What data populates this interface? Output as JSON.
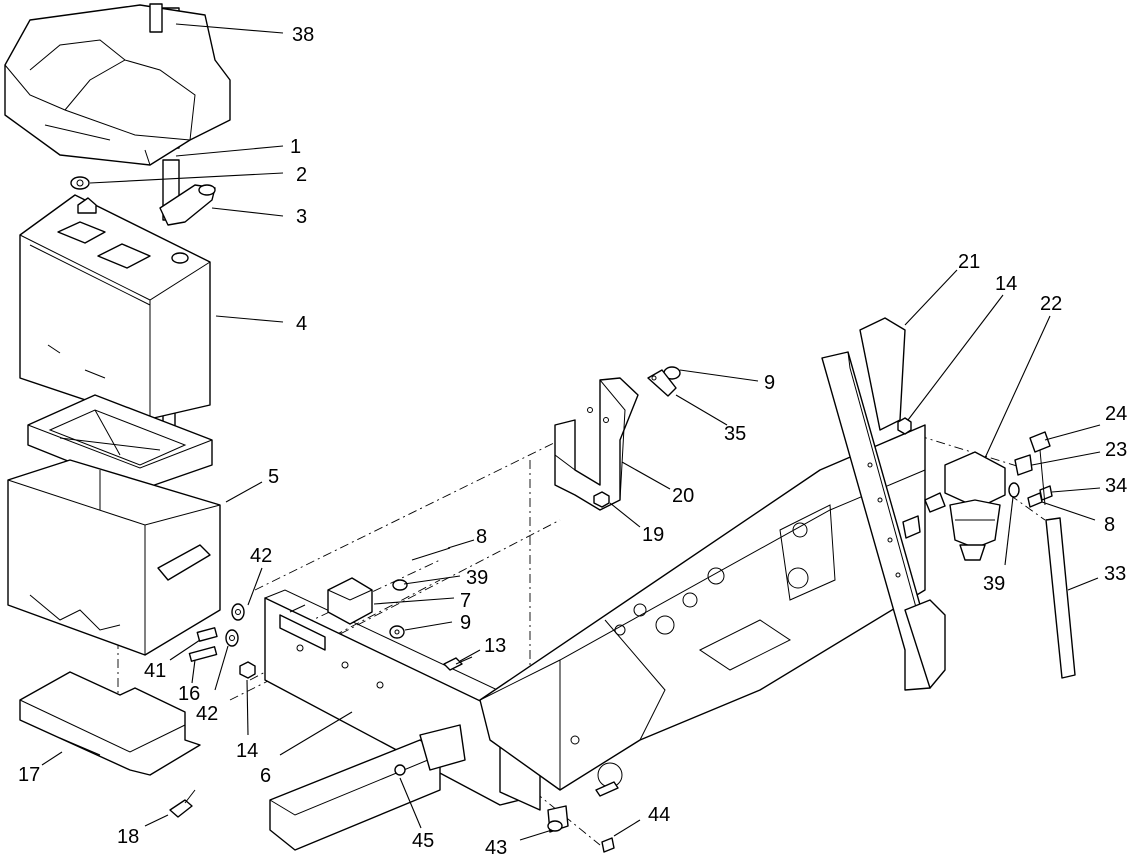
{
  "callouts": [
    {
      "id": "c38a",
      "label": "38"
    },
    {
      "id": "c1",
      "label": "1"
    },
    {
      "id": "c2",
      "label": "2"
    },
    {
      "id": "c3",
      "label": "3"
    },
    {
      "id": "c4",
      "label": "4"
    },
    {
      "id": "c5",
      "label": "5"
    },
    {
      "id": "c42a",
      "label": "42"
    },
    {
      "id": "c41",
      "label": "41"
    },
    {
      "id": "c16",
      "label": "16"
    },
    {
      "id": "c42b",
      "label": "42"
    },
    {
      "id": "c14a",
      "label": "14"
    },
    {
      "id": "c17",
      "label": "17"
    },
    {
      "id": "c18",
      "label": "18"
    },
    {
      "id": "c6",
      "label": "6"
    },
    {
      "id": "c45",
      "label": "45"
    },
    {
      "id": "c43",
      "label": "43"
    },
    {
      "id": "c44",
      "label": "44"
    },
    {
      "id": "c13",
      "label": "13"
    },
    {
      "id": "c9a",
      "label": "9"
    },
    {
      "id": "c7",
      "label": "7"
    },
    {
      "id": "c39a",
      "label": "39"
    },
    {
      "id": "c8a",
      "label": "8"
    },
    {
      "id": "c19",
      "label": "19"
    },
    {
      "id": "c20",
      "label": "20"
    },
    {
      "id": "c35",
      "label": "35"
    },
    {
      "id": "c9b",
      "label": "9"
    },
    {
      "id": "c21",
      "label": "21"
    },
    {
      "id": "c14b",
      "label": "14"
    },
    {
      "id": "c22",
      "label": "22"
    },
    {
      "id": "c24",
      "label": "24"
    },
    {
      "id": "c23",
      "label": "23"
    },
    {
      "id": "c34",
      "label": "34"
    },
    {
      "id": "c8b",
      "label": "8"
    },
    {
      "id": "c39b",
      "label": "39"
    },
    {
      "id": "c33",
      "label": "33"
    }
  ]
}
